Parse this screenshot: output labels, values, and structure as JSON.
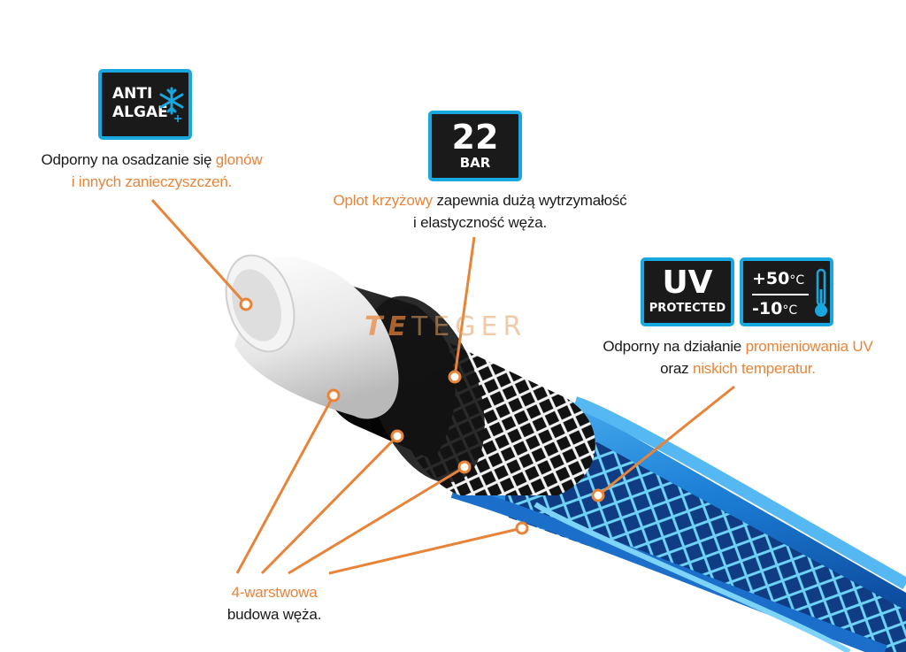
{
  "badges": {
    "anti_algae": {
      "line1": "ANTI",
      "line2": "ALGAE"
    },
    "pressure": {
      "value": "22",
      "unit": "BAR"
    },
    "uv": {
      "line1": "UV",
      "line2": "PROTECTED"
    },
    "temperature": {
      "max": "+50",
      "min": "-10",
      "unit": "°C"
    }
  },
  "captions": {
    "algae": {
      "line1_prefix": "Odporny na osadzanie się ",
      "line1_highlight": "glonów",
      "line2_highlight": "i innych zanieczyszczeń."
    },
    "braid": {
      "line1_highlight": "Oplot krzyżowy",
      "line1_suffix": " zapewnia dużą wytrzymałość",
      "line2": "i elastyczność węża."
    },
    "uv": {
      "line1_prefix": "Odporny na działanie ",
      "line1_highlight": "promieniowania UV",
      "line2_prefix": "oraz ",
      "line2_highlight": "niskich temperatur."
    },
    "layers": {
      "line1_highlight": "4-warstwowa",
      "line2": "budowa węża."
    }
  },
  "watermark": {
    "te": "TE",
    "rest": "TEGER"
  },
  "colors": {
    "accent": "#e8843a",
    "badge_border": "#19a7e0",
    "badge_bg": "#1a1a1a",
    "hose_blue": "#1c7fd6"
  },
  "icons": [
    "snowflake-icon",
    "thermometer-icon"
  ]
}
